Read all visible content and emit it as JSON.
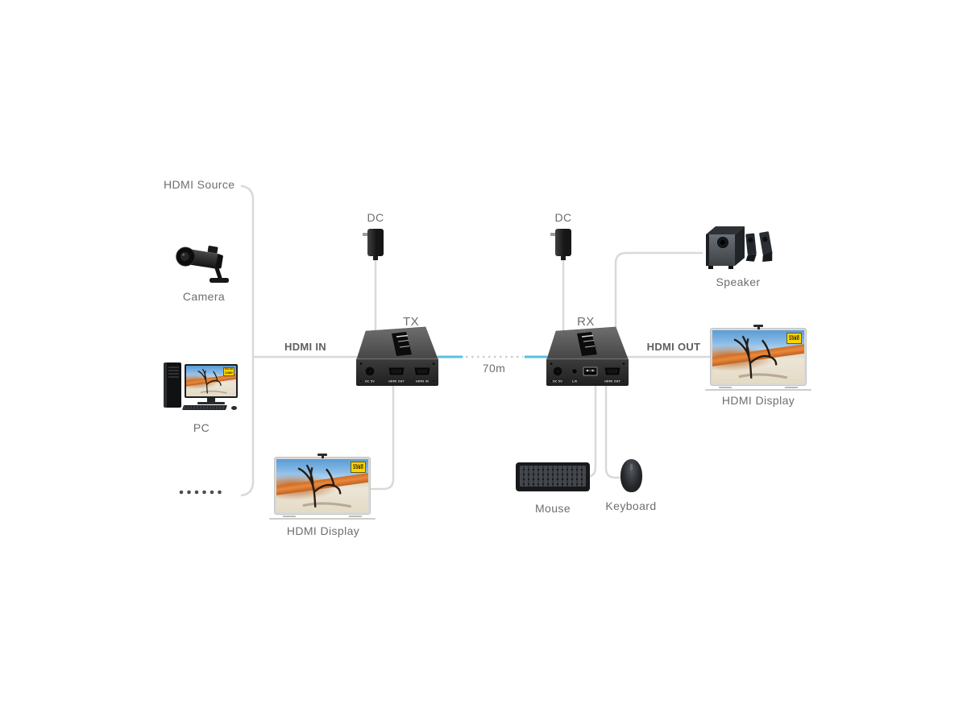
{
  "diagram": {
    "source_label": "HDMI Source",
    "distance": "70m",
    "link_hdmi_in": "HDMI IN",
    "link_hdmi_out": "HDMI OUT",
    "nodes": {
      "camera": "Camera",
      "pc": "PC",
      "dc_tx": "DC",
      "dc_rx": "DC",
      "tx": "TX",
      "rx": "RX",
      "speaker": "Speaker",
      "display_bottom": "HDMI Display",
      "display_right": "HDMI Display",
      "keyboard_pictured": "Mouse",
      "mouse_pictured": "Keyboard"
    },
    "tx_ports": {
      "dc": "DC 5V",
      "hdmi_out": "HDMI OUT",
      "hdmi_in": "HDMI IN"
    },
    "rx_ports": {
      "dc": "DC 5V",
      "lr": "L/R",
      "hdmi_out": "HDMI OUT"
    },
    "screen_badge": {
      "line1": "FULL HD",
      "line2": "1080"
    },
    "colors": {
      "wire": "#d9d9d9",
      "link": "#56c2e1",
      "text": "#6e6e6e",
      "dots": "#4d4d4d"
    }
  }
}
